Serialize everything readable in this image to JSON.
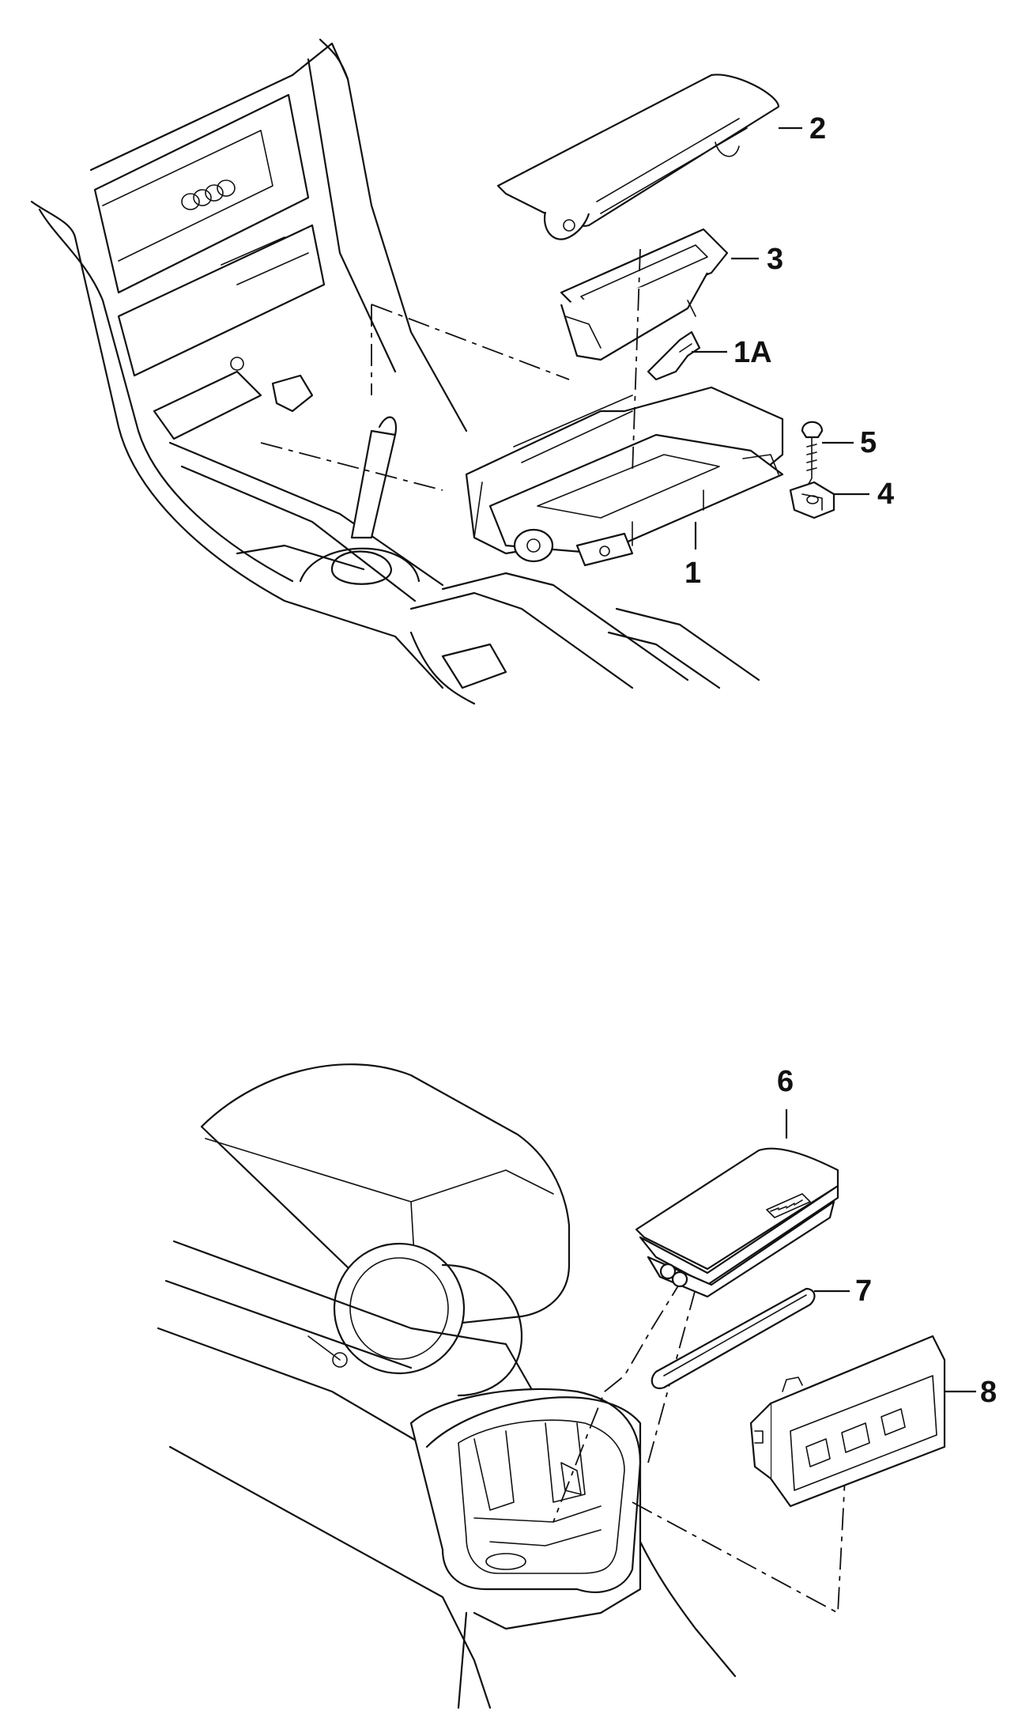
{
  "callouts": {
    "c1": "1",
    "c1a": "1A",
    "c2": "2",
    "c3": "3",
    "c4": "4",
    "c5": "5",
    "c6": "6",
    "c7": "7",
    "c8": "8"
  },
  "icons": [
    "audi-rings-logo",
    "gear-lever",
    "screw",
    "clip",
    "storage-tray",
    "cover-lid",
    "armrest",
    "ashtray",
    "insert-panel"
  ]
}
